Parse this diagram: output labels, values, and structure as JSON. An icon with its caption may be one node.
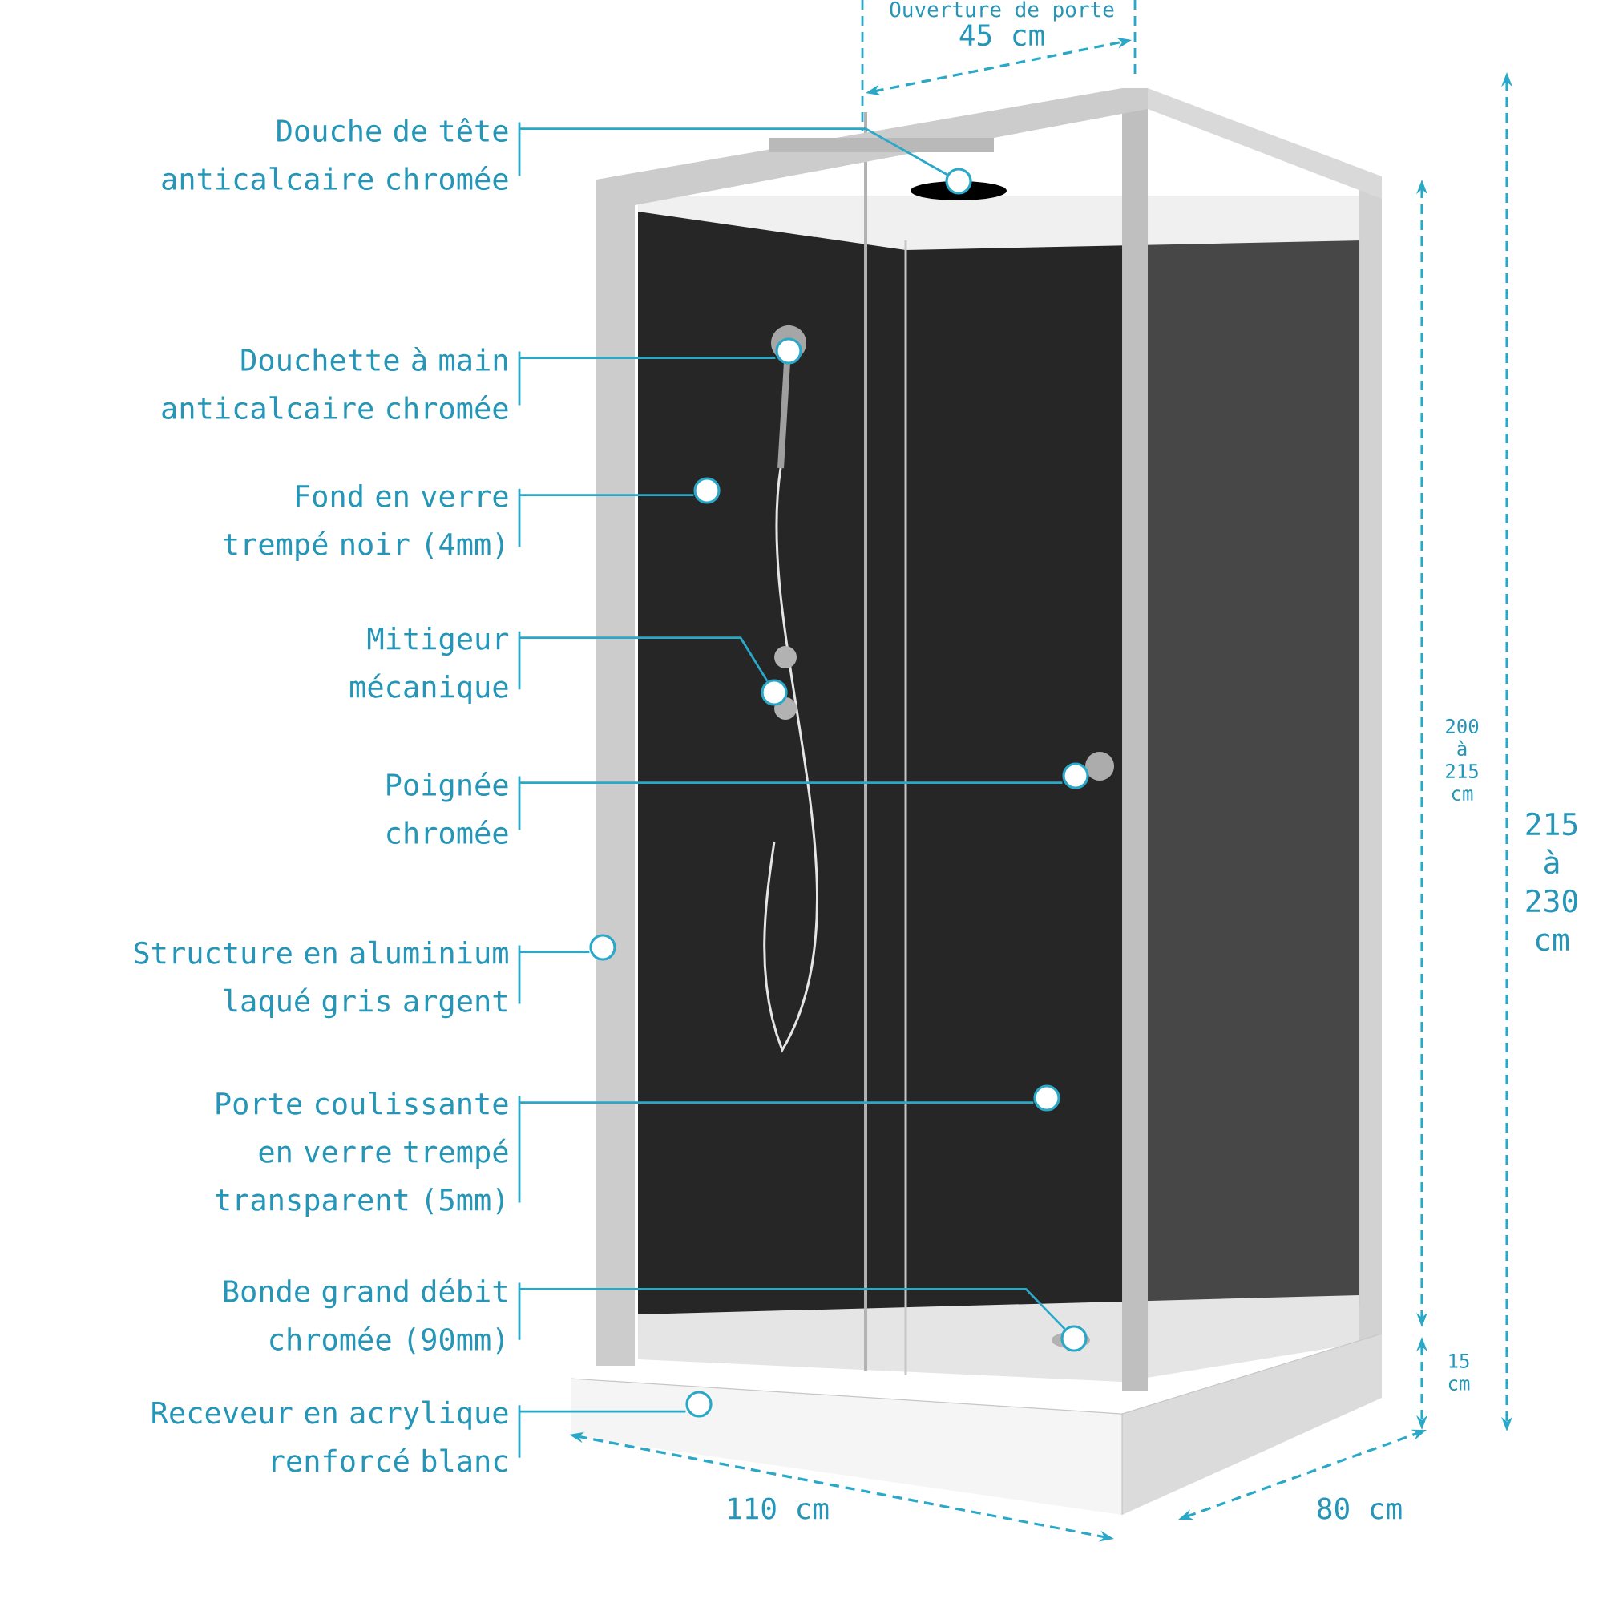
{
  "diagram": {
    "nodes": [
      {
        "text": [
          "Douche de tête anticalcaire chromée"
        ]
      },
      {
        "text": [
          "Douchette à main anticalcaire chromée"
        ]
      },
      {
        "text": [
          "Fond en verre trempé noir (4mm)"
        ]
      },
      {
        "text": [
          "Mitigeur mécanique"
        ]
      },
      {
        "text": [
          "Poignée chromée"
        ]
      },
      {
        "text": [
          "Structure en aluminium laqué gris argent"
        ]
      },
      {
        "text": [
          "Porte coulissante en verre trempé transparent (5mm)"
        ]
      },
      {
        "text": [
          "Bonde grand débit chromée (90mm)"
        ]
      },
      {
        "text": [
          "Receveur en acrylique renforcé blanc"
        ]
      },
      {
        "text": [],
        "shape": "circle"
      },
      {
        "text": [],
        "shape": "circle"
      },
      {
        "text": [],
        "shape": "circle"
      },
      {
        "text": [],
        "shape": "circle"
      },
      {
        "text": [],
        "shape": "circle"
      },
      {
        "text": [],
        "shape": "circle"
      },
      {
        "text": [],
        "shape": "circle"
      },
      {
        "text": [],
        "shape": "circle"
      },
      {
        "text": [],
        "shape": "circle"
      }
    ],
    "edges": [
      {
        "from": 0,
        "to": 9,
        "arrow": "none"
      },
      {
        "from": 1,
        "to": 10,
        "arrow": "none"
      },
      {
        "from": 2,
        "to": 11,
        "arrow": "none"
      },
      {
        "from": 3,
        "to": 12,
        "arrow": "none"
      },
      {
        "from": 4,
        "to": 13,
        "arrow": "none"
      },
      {
        "from": 5,
        "to": 14,
        "arrow": "none"
      },
      {
        "from": 6,
        "to": 15,
        "arrow": "none"
      },
      {
        "from": 7,
        "to": 16,
        "arrow": "none"
      },
      {
        "from": 8,
        "to": 17,
        "arrow": "none"
      }
    ],
    "labels": [
      "Ouverture de porte",
      "45 cm",
      "200 à 215 cm",
      "215 à 230 cm",
      "15 cm",
      "110 cm",
      "80 cm"
    ]
  }
}
